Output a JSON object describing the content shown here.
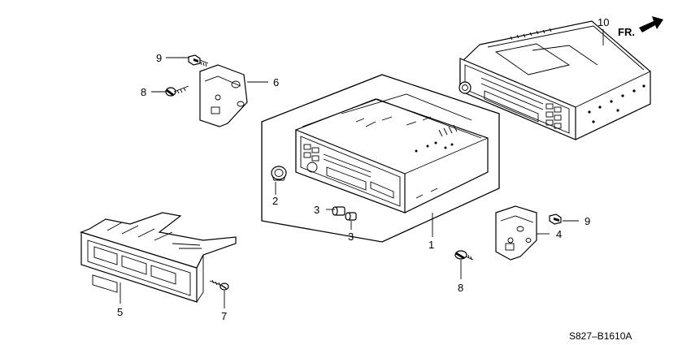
{
  "diagram": {
    "code": "S827–B1610A",
    "direction_label": "FR.",
    "callouts": {
      "c1": "1",
      "c2": "2",
      "c3a": "3",
      "c3b": "3",
      "c4": "4",
      "c5": "5",
      "c6": "6",
      "c7": "7",
      "c8a": "8",
      "c8b": "8",
      "c9a": "9",
      "c9b": "9",
      "c10": "10"
    },
    "icons": [
      "arrow-icon",
      "screw-icon",
      "bolt-icon",
      "knob-icon"
    ]
  }
}
